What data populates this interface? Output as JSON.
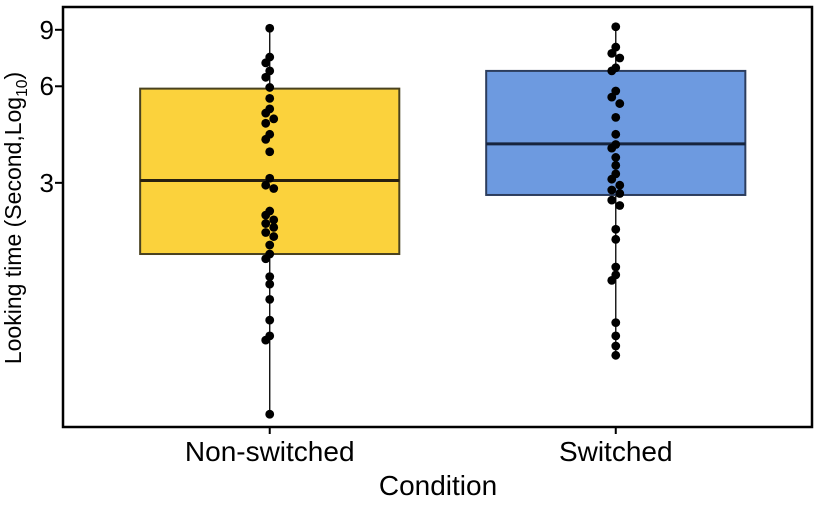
{
  "chart_data": {
    "type": "boxplot",
    "title": "",
    "xlabel": "Condition",
    "ylabel": "Looking time (Second,Log10)",
    "ylabel_prefix": "Looking time (Second,Log",
    "ylabel_sub": "10",
    "ylabel_suffix": ")",
    "y_scale": "log10",
    "y_ticks": [
      9,
      6,
      3
    ],
    "ylim": [
      0.52,
      10.6
    ],
    "grid": false,
    "legend": "none",
    "categories": [
      "Non-switched",
      "Switched"
    ],
    "x_centers": [
      0.276,
      0.738
    ],
    "box_width_frac": 0.346,
    "point_color": "#000000",
    "panel_border_color": "#000000",
    "series": [
      {
        "name": "Non-switched",
        "fill": "#FBD23C",
        "stroke": "#4a421f",
        "median_stroke": "#272010",
        "stats": {
          "whisker_low": 0.57,
          "q1": 1.8,
          "median": 3.05,
          "q3": 5.9,
          "whisker_high": 9.1
        },
        "points": [
          9.1,
          7.4,
          7.1,
          6.7,
          6.4,
          5.95,
          5.5,
          5.1,
          4.95,
          4.75,
          4.6,
          4.25,
          4.1,
          3.75,
          3.1,
          2.95,
          2.88,
          2.45,
          2.38,
          2.3,
          2.24,
          2.18,
          2.1,
          2.04,
          1.92,
          1.8,
          1.74,
          1.53,
          1.45,
          1.3,
          1.12,
          1.0,
          0.97,
          0.57
        ]
      },
      {
        "name": "Switched",
        "fill": "#6D9AE0",
        "stroke": "#2c3d5d",
        "median_stroke": "#16243e",
        "stats": {
          "whisker_low": 0.87,
          "q1": 2.75,
          "median": 3.97,
          "q3": 6.7,
          "whisker_high": 9.2
        },
        "points": [
          9.2,
          7.95,
          7.6,
          7.35,
          6.85,
          6.7,
          5.8,
          5.55,
          5.3,
          4.8,
          4.25,
          3.95,
          3.85,
          3.6,
          3.4,
          3.2,
          3.08,
          2.95,
          2.85,
          2.78,
          2.65,
          2.55,
          2.15,
          2.0,
          1.64,
          1.55,
          1.49,
          1.1,
          1.0,
          0.93,
          0.87
        ]
      }
    ]
  }
}
